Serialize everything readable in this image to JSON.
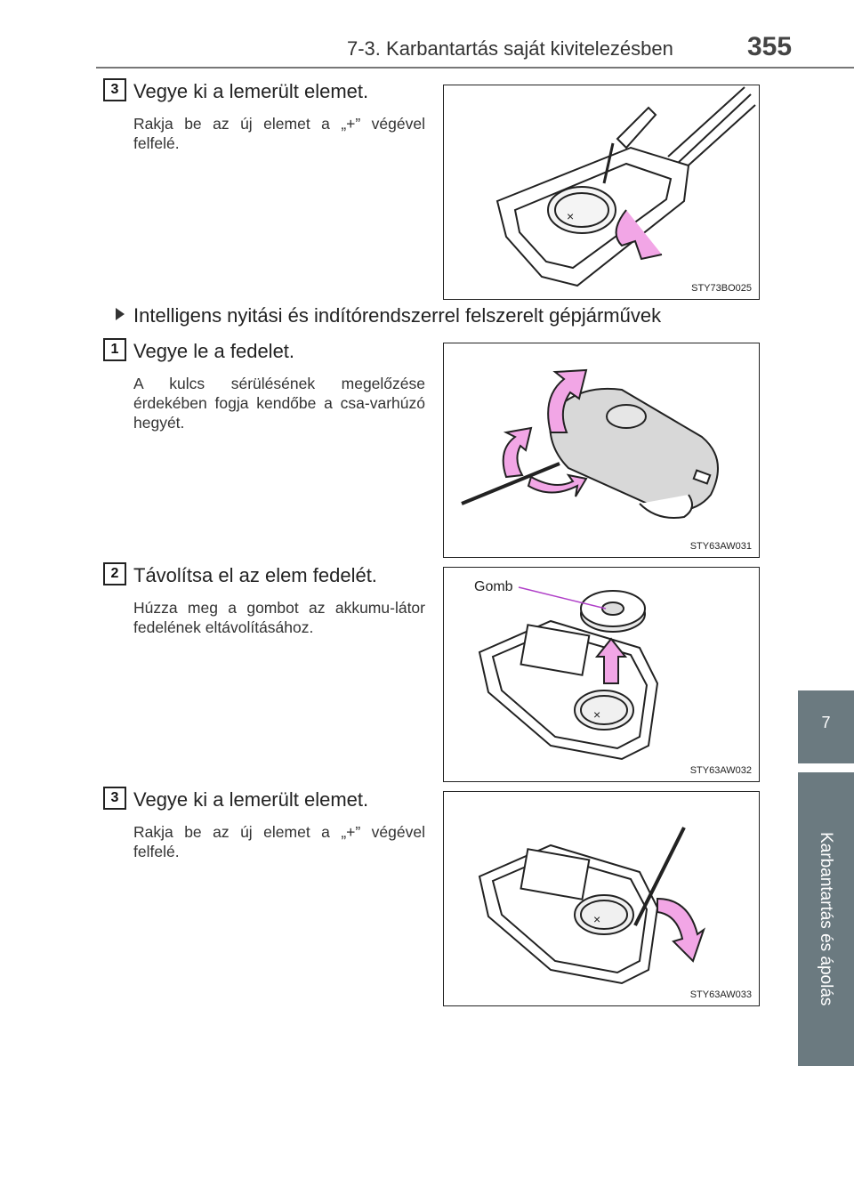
{
  "header": {
    "section_title": "7-3. Karbantartás saját kivitelezésben",
    "page_number": "355"
  },
  "side_tab": {
    "chapter_number": "7",
    "chapter_label": "Karbantartás és ápolás"
  },
  "steps_top": [
    {
      "badge": "3",
      "heading": "Vegye ki a lemerült elemet.",
      "description": "Rakja be az új elemet a „+” végével felfelé.",
      "figure_code": "STY73BO025"
    }
  ],
  "section": {
    "heading": "Intelligens nyitási és indítórendszerrel felszerelt gépjárművek"
  },
  "steps": [
    {
      "badge": "1",
      "heading": "Vegye le a fedelet.",
      "description": "A kulcs sérülésének megelőzése érdekében fogja kendőbe a csa-varhúzó hegyét.",
      "figure_code": "STY63AW031"
    },
    {
      "badge": "2",
      "heading": "Távolítsa el az elem fedelét.",
      "description": "Húzza meg a gombot az akkumu-látor fedelének eltávolításához.",
      "figure_code": "STY63AW032",
      "callout": "Gomb"
    },
    {
      "badge": "3",
      "heading": "Vegye ki a lemerült elemet.",
      "description": "Rakja be az új elemet a „+” végével felfelé.",
      "figure_code": "STY63AW033"
    }
  ],
  "colors": {
    "accent_arrow": "#f2a6e6",
    "side_tab": "#6b7a80",
    "callout_line": "#b040c8"
  }
}
